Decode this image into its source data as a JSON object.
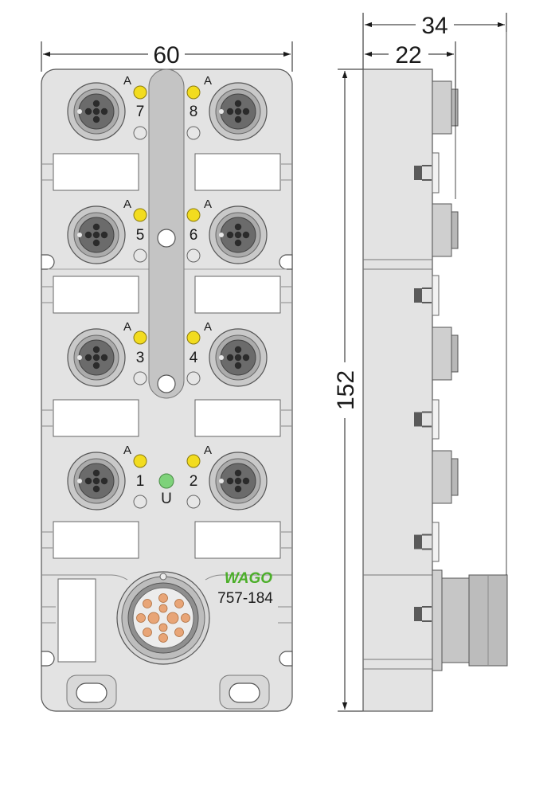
{
  "dimensions": {
    "width": "60",
    "height": "152",
    "depth_total": "34",
    "depth_body": "22"
  },
  "brand": {
    "logo": "WAGO",
    "model": "757-184"
  },
  "ports": {
    "port_7": "7",
    "port_8": "8",
    "port_5": "5",
    "port_6": "6",
    "port_3": "3",
    "port_4": "4",
    "port_1": "1",
    "port_2": "2",
    "led_a": "A",
    "supply_led": "U"
  },
  "colors": {
    "housing": "#e3e3e3",
    "led_yellow": "#f2dc1f",
    "led_green": "#7ed27a",
    "socket_ring": "#c9c9c9",
    "socket_core": "#6b6b6b",
    "pin_copper": "#e8a577",
    "logo_green": "#4caf2a"
  }
}
